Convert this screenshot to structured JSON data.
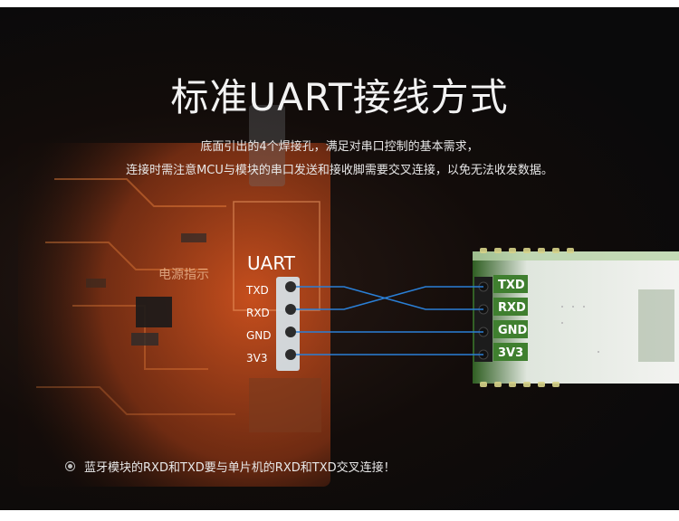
{
  "title": "标准UART接线方式",
  "description": {
    "line1": "底面引出的4个焊接孔，满足对串口控制的基本需求，",
    "line2": "连接时需注意MCU与模块的串口发送和接收脚需要交叉连接，以免无法收发数据。"
  },
  "board": {
    "uart_label": "UART",
    "power_label": "电源指示",
    "pins": [
      "TXD",
      "RXD",
      "GND",
      "3V3"
    ]
  },
  "module": {
    "pins": [
      "TXD",
      "RXD",
      "GND",
      "3V3"
    ]
  },
  "note": "蓝牙模块的RXD和TXD要与单片机的RXD和TXD交叉连接！",
  "colors": {
    "pcb_orange": "#e0551f",
    "wire_blue": "#2a7fd6",
    "module_green": "#3f7f2f"
  }
}
